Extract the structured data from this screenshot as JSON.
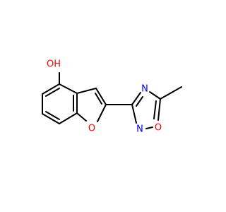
{
  "molecule": {
    "atoms": {
      "oh_group": {
        "label": "OH",
        "color": "#ff0000"
      },
      "furan_oxygen": {
        "label": "O",
        "color": "#ff0000"
      },
      "oxadiazole_n_top": {
        "label": "N",
        "color": "#0000ff"
      },
      "oxadiazole_n_bottom": {
        "label": "N",
        "color": "#0000ff"
      },
      "oxadiazole_o": {
        "label": "O",
        "color": "#ff0000"
      }
    }
  }
}
